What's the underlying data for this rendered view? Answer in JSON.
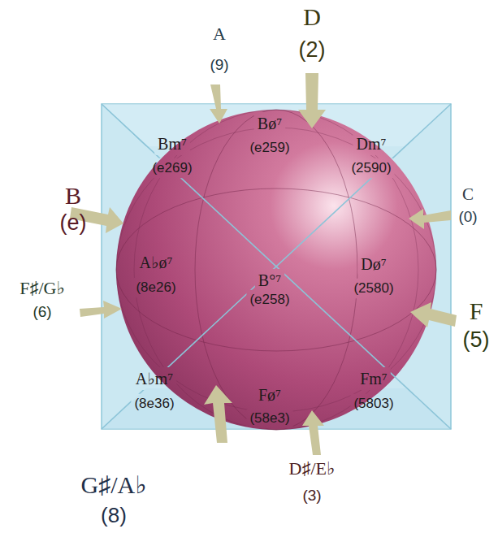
{
  "diagram": {
    "nodes": [
      {
        "text": [
          "Bm⁷",
          "(e269)",
          "Bø⁷",
          "(e259)",
          "Dm⁷",
          "(2590)",
          "A♭ø⁷",
          "(8e26)",
          "B°⁷",
          "(e258)",
          "Dø⁷",
          "(2580)",
          "A♭m⁷",
          "(8e36)",
          "Fø⁷",
          "(58e3)",
          "Fm⁷",
          "(5803)"
        ]
      }
    ],
    "labels": [
      "A",
      "(9)",
      "D",
      "(2)",
      "B",
      "(e)",
      "C",
      "(0)",
      "F♯/G♭",
      "(6)",
      "F",
      "(5)",
      "G♯/A♭",
      "(8)",
      "D♯/E♭",
      "(3)"
    ]
  }
}
